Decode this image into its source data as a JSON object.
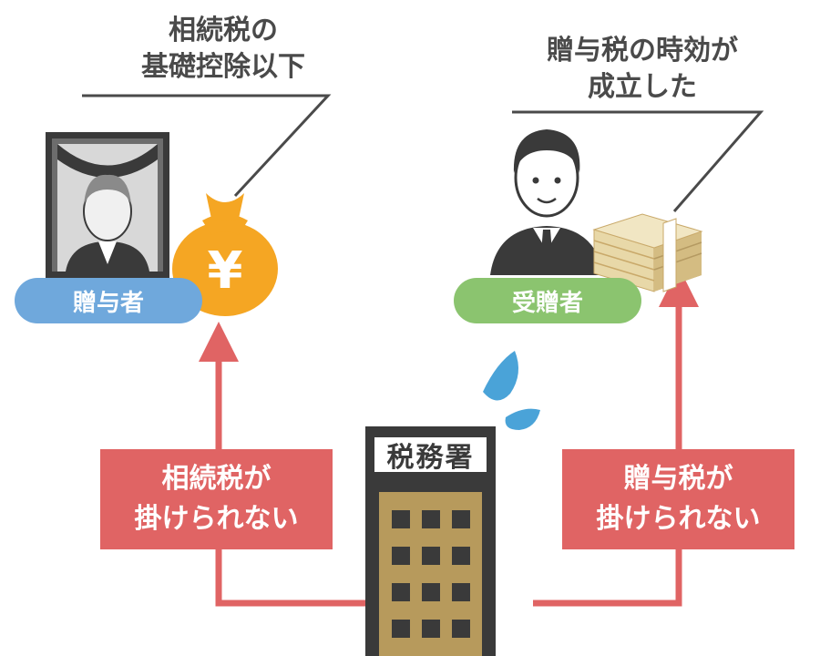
{
  "callouts": {
    "left": [
      "相続税の",
      "基礎控除以下"
    ],
    "right": [
      "贈与税の時効が",
      "成立した"
    ]
  },
  "labels": {
    "giver": "贈与者",
    "receiver": "受贈者",
    "tax_office": "税務署"
  },
  "boxes": {
    "left": [
      "相続税が",
      "掛けられない"
    ],
    "right": [
      "贈与税が",
      "掛けられない"
    ]
  },
  "symbols": {
    "yen": "¥"
  },
  "colors": {
    "arrow_red": "#e06464",
    "giver_blue": "#6fa8dc",
    "receiver_green": "#8bc46f",
    "moneybag": "#f5a623",
    "building": "#b79a5c",
    "dark": "#3a3a3a",
    "sweat": "#4aa3d8"
  },
  "icons": [
    "portrait-icon",
    "money-bag-icon",
    "businessman-icon",
    "cash-stack-icon",
    "tax-office-building-icon",
    "sweat-drop-icon"
  ]
}
